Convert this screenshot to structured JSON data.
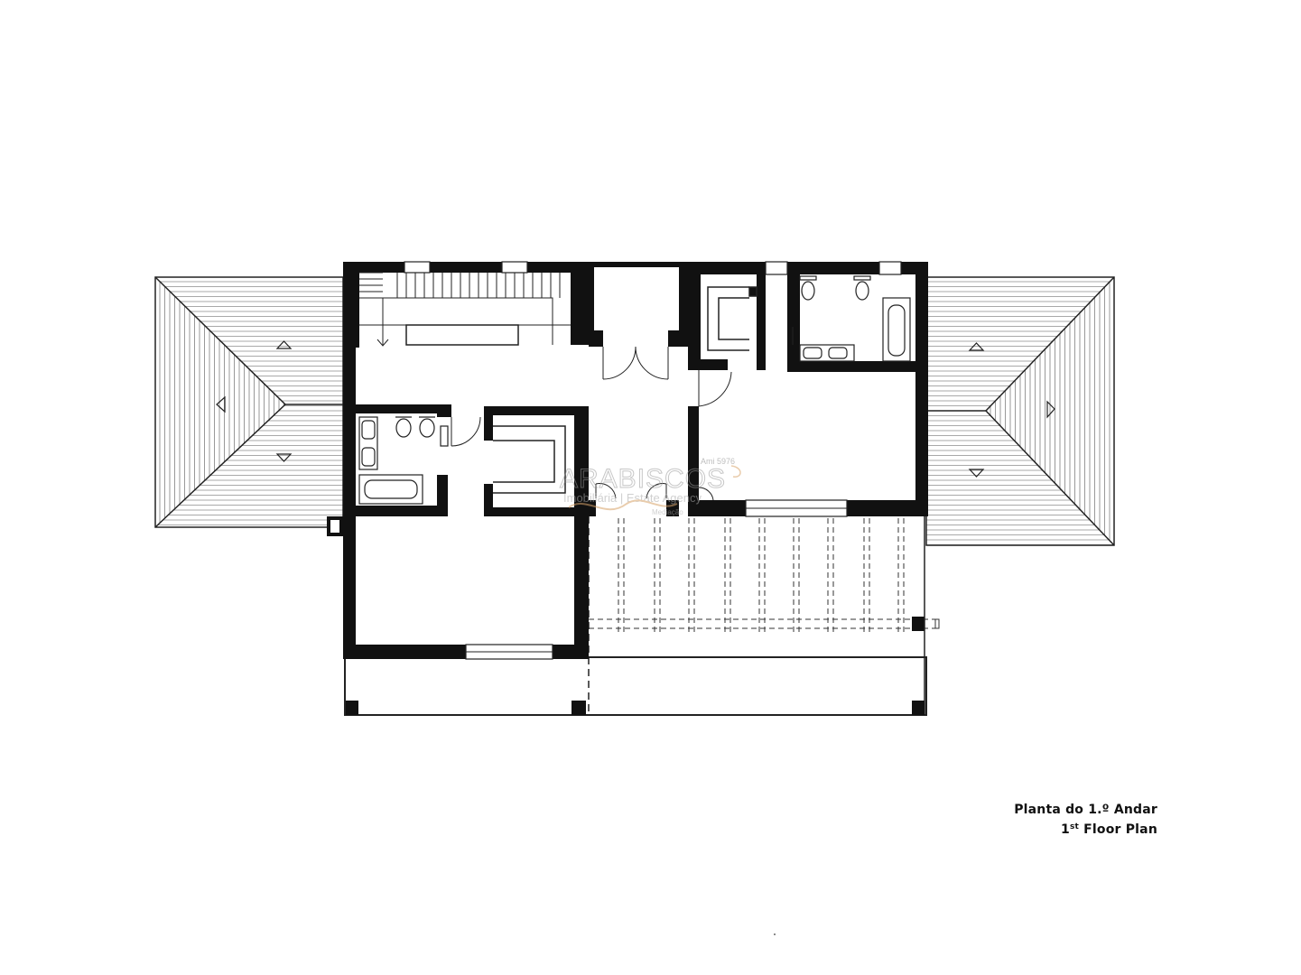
{
  "caption": {
    "title_pt": "Planta do 1.º Andar",
    "title_en_num": "1",
    "title_en_sup": "st",
    "title_en_rest": "Floor Plan"
  },
  "watermark": {
    "brand": "ARABISCOS",
    "license": "Ami 5976",
    "tagline": "Imobiliária | Estate Agency",
    "subline": "Mediação"
  },
  "colors": {
    "wall": "#111111",
    "line": "#222222",
    "background": "#ffffff",
    "watermark_accent": "#d8a46a"
  }
}
